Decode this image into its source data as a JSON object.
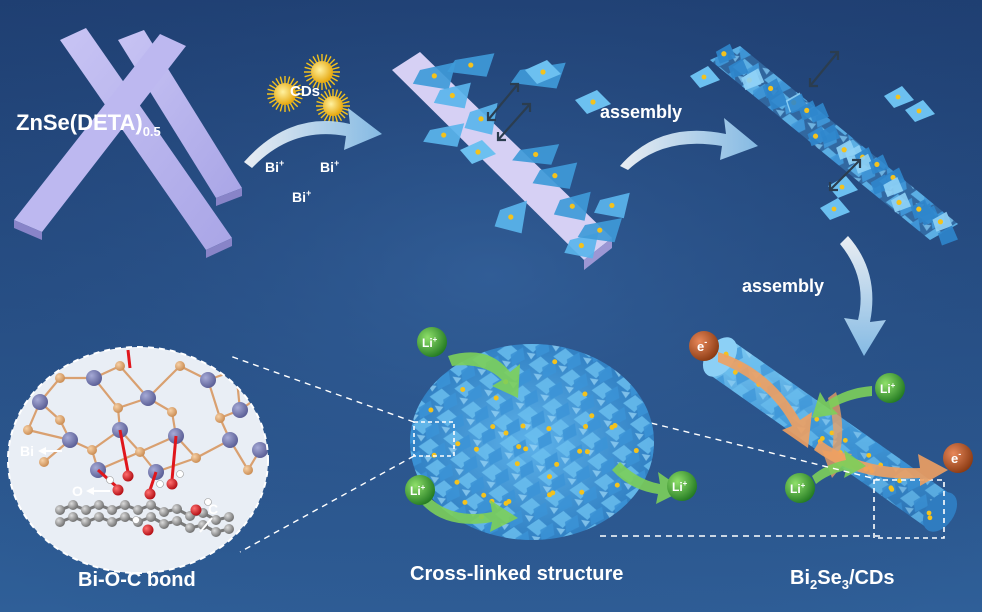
{
  "labels": {
    "precursor": {
      "main": "ZnSe(DETA)",
      "sub": "0.5"
    },
    "cds": "CDs",
    "bi_ion": "Bi",
    "bi_charge": "+",
    "assembly_1": "assembly",
    "assembly_2": "assembly",
    "bond_caption": "Bi-O-C bond",
    "crosslinked_caption": "Cross-linked structure",
    "product": {
      "a": "Bi",
      "a_sub": "2",
      "b": "Se",
      "b_sub": "3",
      "c": "/CDs"
    },
    "atom_bi": "Bi",
    "atom_o": "O",
    "atom_c": "C",
    "li": "Li",
    "li_charge": "+",
    "electron": "e",
    "electron_charge": "-"
  },
  "colors": {
    "background_top": "#1f3f72",
    "background_bottom": "#2b5a93",
    "nanobelt": "#b8b4ee",
    "nanosheet": "#58b4ea",
    "cd_dot": "#f4c21c",
    "li_ball": "#3ea83a",
    "electron_ball": "#b4521c",
    "arrow_white": "#e8f2ff",
    "arrow_green": "#7ccf5a",
    "arrow_orange": "#f0a060",
    "bond_red": "#e0161c",
    "atom_bi": "#7a7fb6",
    "atom_se": "#e6b07a",
    "atom_c": "#9a9a9a"
  }
}
